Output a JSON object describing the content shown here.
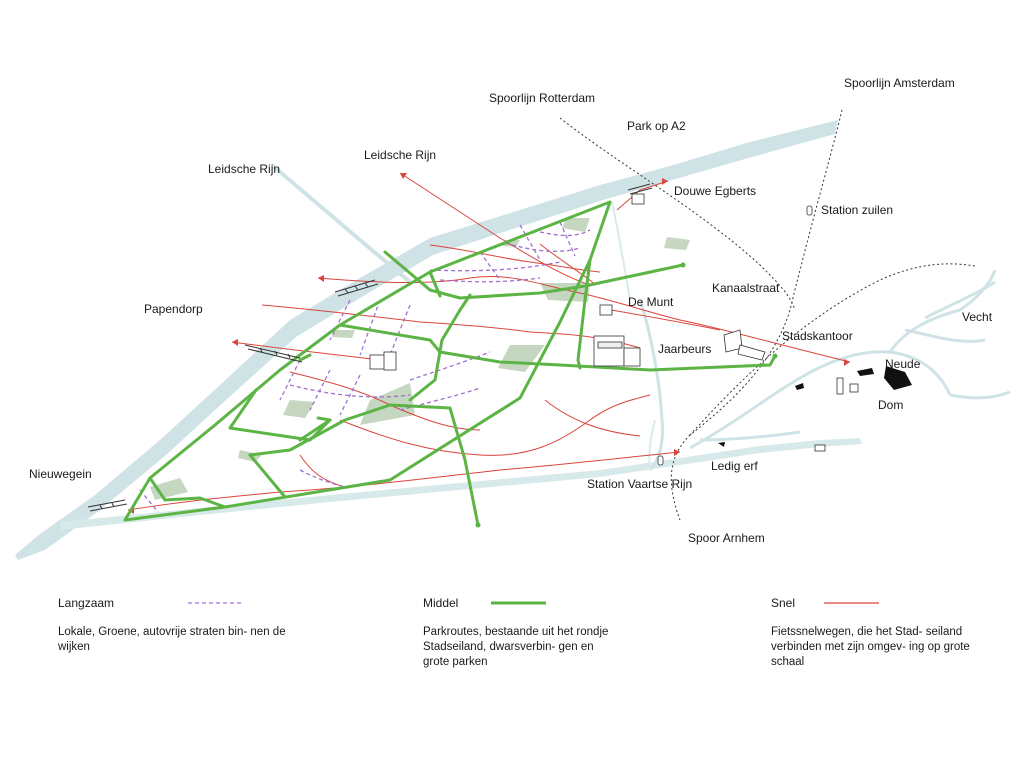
{
  "labels": {
    "spoorlijn_rotterdam": "Spoorlijn Rotterdam",
    "spoorlijn_amsterdam": "Spoorlijn Amsterdam",
    "park_op_a2": "Park op A2",
    "leidsche_rijn_1": "Leidsche Rijn",
    "leidsche_rijn_2": "Leidsche Rijn",
    "douwe_egberts": "Douwe Egberts",
    "station_zuilen": "Station zuilen",
    "papendorp": "Papendorp",
    "de_munt": "De Munt",
    "kanaalstraat": "Kanaalstraat",
    "vecht": "Vecht",
    "stadskantoor": "Stadskantoor",
    "jaarbeurs": "Jaarbeurs",
    "neude": "Neude",
    "dom": "Dom",
    "ledig_erf": "Ledig erf",
    "nieuwegein": "Nieuwegein",
    "station_vaartse_rijn": "Station Vaartse Rijn",
    "spoor_arnhem": "Spoor Arnhem"
  },
  "legend": [
    {
      "title": "Langzaam",
      "style": "dashed",
      "color": "#a070d0",
      "description": "Lokale, Groene, autovrije straten bin- nen de wijken"
    },
    {
      "title": "Middel",
      "style": "solid-thick",
      "color": "#5cb445",
      "description": "Parkroutes, bestaande uit het rondje Stadseiland, dwarsverbin- gen en grote parken"
    },
    {
      "title": "Snel",
      "style": "solid-thin",
      "color": "#d9463c",
      "description": "Fietssnelwegen, die het Stad- seiland verbinden met zijn omgev- ing op grote schaal"
    }
  ],
  "colors": {
    "water": "#cfe3e6",
    "park": "#c5d6c1",
    "green_route": "#5cb445",
    "red_route": "#d9463c",
    "purple_route": "#a070d0",
    "rail": "#333333"
  }
}
